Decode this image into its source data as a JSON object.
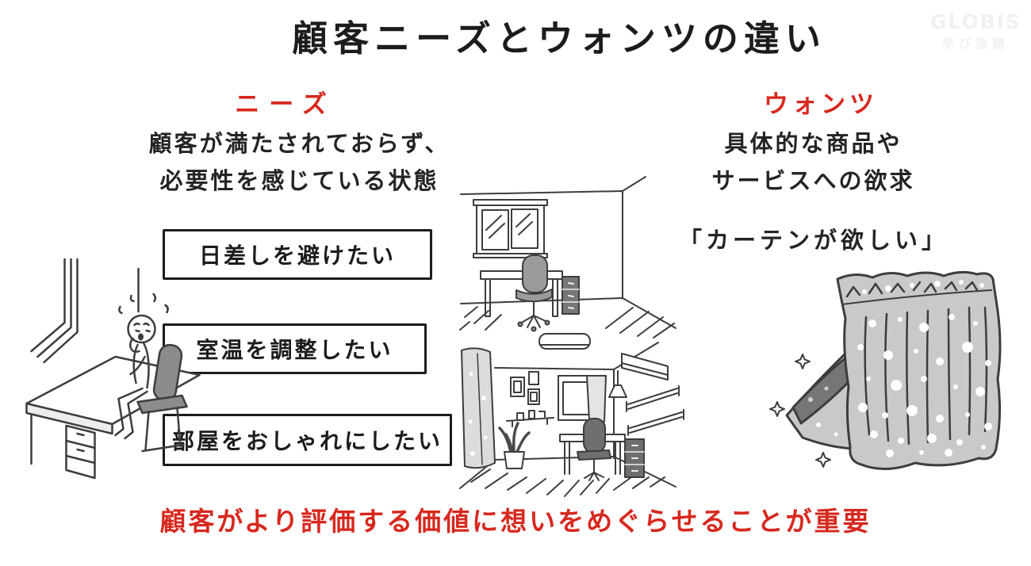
{
  "title": "顧客ニーズとウォンツの違い",
  "brand": {
    "logo_line1": "GLOBIS",
    "logo_line2": "学び放題"
  },
  "needs": {
    "heading": "ニーズ",
    "description_line1": "顧客が満たされておらず、",
    "description_line2": "必要性を感じている状態",
    "items": [
      "日差しを避けたい",
      "室温を調整したい",
      "部屋をおしゃれにしたい"
    ]
  },
  "wants": {
    "heading": "ウォンツ",
    "description_line1": "具体的な商品や",
    "description_line2": "サービスへの欲求",
    "quote": "「カーテンが欲しい」"
  },
  "conclusion": "顧客がより評価する価値に想いをめぐらせることが重要",
  "colors": {
    "accent_red": "#d7281e",
    "ink_black": "#1c1c1c",
    "illustration_gray": "#c9c9c9",
    "illustration_dark_gray": "#767676",
    "watermark_gray": "#f0f0f0"
  },
  "illustrations": [
    "person-at-desk",
    "plain-room",
    "decorated-room",
    "polka-dot-curtain"
  ]
}
